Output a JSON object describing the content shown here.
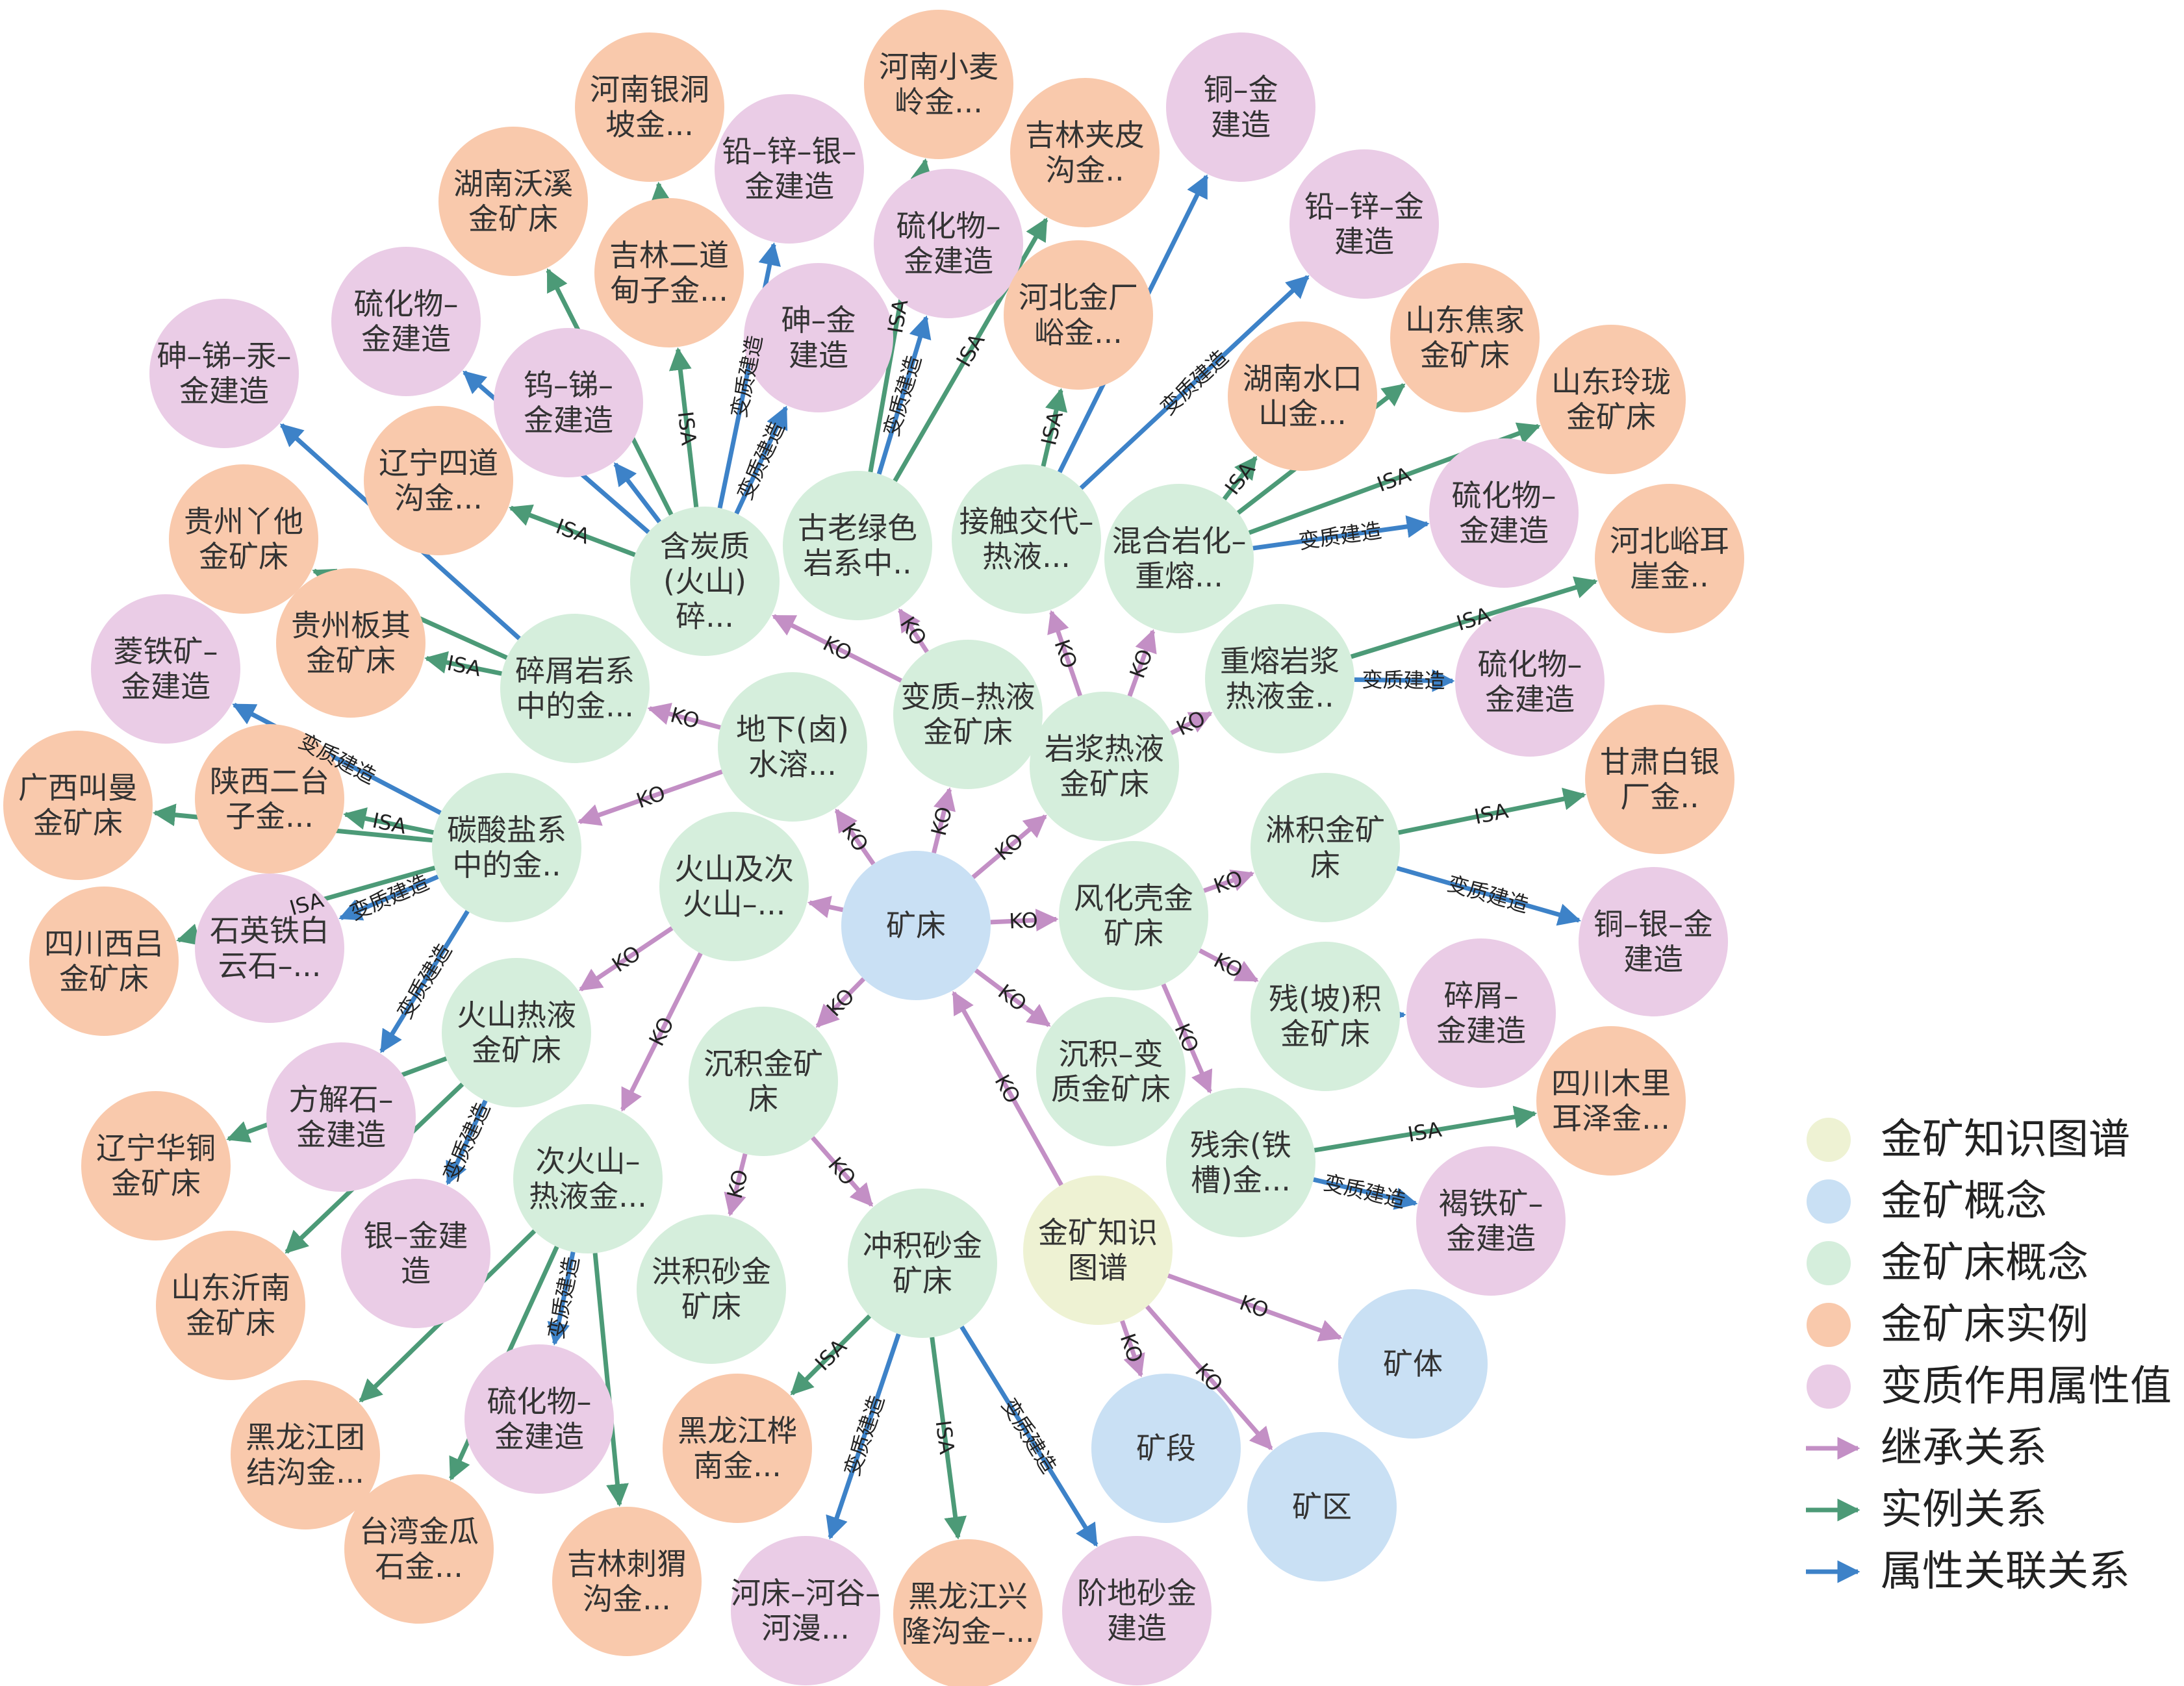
{
  "colors": {
    "金矿知识图谱": "#EEF2D3",
    "金矿概念": "#C9E0F4",
    "金矿床概念": "#D5EEDC",
    "金矿床实例": "#F9C9AC",
    "变质作用属性值": "#EACCE6",
    "继承关系": "#C38FC5",
    "实例关系": "#4C9A77",
    "属性关联关系": "#3D82C8"
  },
  "nodes": [
    {
      "id": "n0",
      "cat": "金矿概念",
      "lines": [
        "矿床"
      ]
    },
    {
      "id": "n1",
      "cat": "金矿知识图谱",
      "lines": [
        "金矿知识",
        "图谱"
      ]
    },
    {
      "id": "n2",
      "cat": "金矿概念",
      "lines": [
        "矿体"
      ]
    },
    {
      "id": "n3",
      "cat": "金矿概念",
      "lines": [
        "矿段"
      ]
    },
    {
      "id": "n4",
      "cat": "金矿概念",
      "lines": [
        "矿区"
      ]
    },
    {
      "id": "n5",
      "cat": "金矿床概念",
      "lines": [
        "变质–热液",
        "金矿床"
      ]
    },
    {
      "id": "n6",
      "cat": "金矿床概念",
      "lines": [
        "岩浆热液",
        "金矿床"
      ]
    },
    {
      "id": "n7",
      "cat": "金矿床概念",
      "lines": [
        "风化壳金",
        "矿床"
      ]
    },
    {
      "id": "n8",
      "cat": "金矿床概念",
      "lines": [
        "沉积–变",
        "质金矿床"
      ]
    },
    {
      "id": "n9",
      "cat": "金矿床概念",
      "lines": [
        "沉积金矿",
        "床"
      ]
    },
    {
      "id": "n10",
      "cat": "金矿床概念",
      "lines": [
        "火山及次",
        "火山–..."
      ]
    },
    {
      "id": "n11",
      "cat": "金矿床概念",
      "lines": [
        "地下(卤)",
        "水溶..."
      ]
    },
    {
      "id": "n12",
      "cat": "金矿床概念",
      "lines": [
        "古老绿色",
        "岩系中.."
      ]
    },
    {
      "id": "n13",
      "cat": "金矿床概念",
      "lines": [
        "接触交代–",
        "热液..."
      ]
    },
    {
      "id": "n14",
      "cat": "金矿床概念",
      "lines": [
        "混合岩化–",
        "重熔..."
      ]
    },
    {
      "id": "n15",
      "cat": "金矿床概念",
      "lines": [
        "重熔岩浆",
        "热液金.."
      ]
    },
    {
      "id": "n16",
      "cat": "金矿床概念",
      "lines": [
        "淋积金矿",
        "床"
      ]
    },
    {
      "id": "n17",
      "cat": "金矿床概念",
      "lines": [
        "残(坡)积",
        "金矿床"
      ]
    },
    {
      "id": "n18",
      "cat": "金矿床概念",
      "lines": [
        "残余(铁",
        "槽)金..."
      ]
    },
    {
      "id": "n19",
      "cat": "金矿床概念",
      "lines": [
        "冲积砂金",
        "矿床"
      ]
    },
    {
      "id": "n20",
      "cat": "金矿床概念",
      "lines": [
        "洪积砂金",
        "矿床"
      ]
    },
    {
      "id": "n21",
      "cat": "金矿床概念",
      "lines": [
        "次火山–",
        "热液金..."
      ]
    },
    {
      "id": "n22",
      "cat": "金矿床概念",
      "lines": [
        "火山热液",
        "金矿床"
      ]
    },
    {
      "id": "n23",
      "cat": "金矿床概念",
      "lines": [
        "碳酸盐系",
        "中的金.."
      ]
    },
    {
      "id": "n24",
      "cat": "金矿床概念",
      "lines": [
        "碎屑岩系",
        "中的金..."
      ]
    },
    {
      "id": "n25",
      "cat": "金矿床概念",
      "lines": [
        "含炭质",
        "(火山)",
        "碎..."
      ]
    },
    {
      "id": "n26",
      "cat": "金矿床实例",
      "lines": [
        "河南银洞",
        "坡金..."
      ]
    },
    {
      "id": "n27",
      "cat": "金矿床实例",
      "lines": [
        "河南小麦",
        "岭金..."
      ]
    },
    {
      "id": "n28",
      "cat": "变质作用属性值",
      "lines": [
        "铜–金",
        "建造"
      ]
    },
    {
      "id": "n29",
      "cat": "变质作用属性值",
      "lines": [
        "铅–锌–银–",
        "金建造"
      ]
    },
    {
      "id": "n30",
      "cat": "金矿床实例",
      "lines": [
        "吉林夹皮",
        "沟金.."
      ]
    },
    {
      "id": "n31",
      "cat": "金矿床实例",
      "lines": [
        "湖南沃溪",
        "金矿床"
      ]
    },
    {
      "id": "n32",
      "cat": "变质作用属性值",
      "lines": [
        "硫化物–",
        "金建造"
      ]
    },
    {
      "id": "n33",
      "cat": "变质作用属性值",
      "lines": [
        "铅–锌–金",
        "建造"
      ]
    },
    {
      "id": "n34",
      "cat": "金矿床实例",
      "lines": [
        "吉林二道",
        "甸子金..."
      ]
    },
    {
      "id": "n35",
      "cat": "变质作用属性值",
      "lines": [
        "硫化物–",
        "金建造"
      ]
    },
    {
      "id": "n36",
      "cat": "金矿床实例",
      "lines": [
        "河北金厂",
        "峪金..."
      ]
    },
    {
      "id": "n37",
      "cat": "变质作用属性值",
      "lines": [
        "砷–金",
        "建造"
      ]
    },
    {
      "id": "n38",
      "cat": "金矿床实例",
      "lines": [
        "山东焦家",
        "金矿床"
      ]
    },
    {
      "id": "n39",
      "cat": "变质作用属性值",
      "lines": [
        "砷–锑–汞–",
        "金建造"
      ]
    },
    {
      "id": "n40",
      "cat": "变质作用属性值",
      "lines": [
        "钨–锑–",
        "金建造"
      ]
    },
    {
      "id": "n41",
      "cat": "金矿床实例",
      "lines": [
        "湖南水口",
        "山金..."
      ]
    },
    {
      "id": "n42",
      "cat": "金矿床实例",
      "lines": [
        "山东玲珑",
        "金矿床"
      ]
    },
    {
      "id": "n43",
      "cat": "金矿床实例",
      "lines": [
        "辽宁四道",
        "沟金..."
      ]
    },
    {
      "id": "n44",
      "cat": "变质作用属性值",
      "lines": [
        "硫化物–",
        "金建造"
      ]
    },
    {
      "id": "n45",
      "cat": "金矿床实例",
      "lines": [
        "贵州丫他",
        "金矿床"
      ]
    },
    {
      "id": "n46",
      "cat": "金矿床实例",
      "lines": [
        "河北峪耳",
        "崖金.."
      ]
    },
    {
      "id": "n47",
      "cat": "金矿床实例",
      "lines": [
        "贵州板其",
        "金矿床"
      ]
    },
    {
      "id": "n48",
      "cat": "变质作用属性值",
      "lines": [
        "菱铁矿–",
        "金建造"
      ]
    },
    {
      "id": "n49",
      "cat": "变质作用属性值",
      "lines": [
        "硫化物–",
        "金建造"
      ]
    },
    {
      "id": "n50",
      "cat": "金矿床实例",
      "lines": [
        "陕西二台",
        "子金..."
      ]
    },
    {
      "id": "n51",
      "cat": "金矿床实例",
      "lines": [
        "广西叫曼",
        "金矿床"
      ]
    },
    {
      "id": "n52",
      "cat": "金矿床实例",
      "lines": [
        "甘肃白银",
        "厂金.."
      ]
    },
    {
      "id": "n53",
      "cat": "变质作用属性值",
      "lines": [
        "石英铁白",
        "云石–..."
      ]
    },
    {
      "id": "n54",
      "cat": "金矿床实例",
      "lines": [
        "四川西吕",
        "金矿床"
      ]
    },
    {
      "id": "n55",
      "cat": "变质作用属性值",
      "lines": [
        "铜–银–金",
        "建造"
      ]
    },
    {
      "id": "n56",
      "cat": "变质作用属性值",
      "lines": [
        "碎屑–",
        "金建造"
      ]
    },
    {
      "id": "n57",
      "cat": "变质作用属性值",
      "lines": [
        "方解石–",
        "金建造"
      ]
    },
    {
      "id": "n58",
      "cat": "金矿床实例",
      "lines": [
        "四川木里",
        "耳泽金..."
      ]
    },
    {
      "id": "n59",
      "cat": "金矿床实例",
      "lines": [
        "辽宁华铜",
        "金矿床"
      ]
    },
    {
      "id": "n60",
      "cat": "变质作用属性值",
      "lines": [
        "褐铁矿–",
        "金建造"
      ]
    },
    {
      "id": "n61",
      "cat": "变质作用属性值",
      "lines": [
        "银–金建",
        "造"
      ]
    },
    {
      "id": "n62",
      "cat": "金矿床实例",
      "lines": [
        "山东沂南",
        "金矿床"
      ]
    },
    {
      "id": "n63",
      "cat": "变质作用属性值",
      "lines": [
        "硫化物–",
        "金建造"
      ]
    },
    {
      "id": "n64",
      "cat": "金矿床实例",
      "lines": [
        "黑龙江团",
        "结沟金..."
      ]
    },
    {
      "id": "n65",
      "cat": "金矿床实例",
      "lines": [
        "黑龙江桦",
        "南金..."
      ]
    },
    {
      "id": "n66",
      "cat": "金矿床实例",
      "lines": [
        "台湾金瓜",
        "石金..."
      ]
    },
    {
      "id": "n67",
      "cat": "金矿床实例",
      "lines": [
        "吉林刺猬",
        "沟金..."
      ]
    },
    {
      "id": "n68",
      "cat": "变质作用属性值",
      "lines": [
        "河床–河谷–",
        "河漫..."
      ]
    },
    {
      "id": "n69",
      "cat": "金矿床实例",
      "lines": [
        "黑龙江兴",
        "隆沟金–..."
      ]
    },
    {
      "id": "n70",
      "cat": "变质作用属性值",
      "lines": [
        "阶地砂金",
        "建造"
      ]
    }
  ],
  "edges": [
    {
      "s": "n1",
      "t": "n0",
      "type": "继承关系",
      "label": "KO"
    },
    {
      "s": "n1",
      "t": "n2",
      "type": "继承关系",
      "label": "KO"
    },
    {
      "s": "n1",
      "t": "n3",
      "type": "继承关系",
      "label": "KO"
    },
    {
      "s": "n1",
      "t": "n4",
      "type": "继承关系",
      "label": "KO"
    },
    {
      "s": "n0",
      "t": "n5",
      "type": "继承关系",
      "label": "KO"
    },
    {
      "s": "n0",
      "t": "n6",
      "type": "继承关系",
      "label": "KO"
    },
    {
      "s": "n0",
      "t": "n7",
      "type": "继承关系",
      "label": "KO"
    },
    {
      "s": "n0",
      "t": "n8",
      "type": "继承关系",
      "label": "KO"
    },
    {
      "s": "n0",
      "t": "n9",
      "type": "继承关系",
      "label": "KO"
    },
    {
      "s": "n0",
      "t": "n10",
      "type": "继承关系",
      "label": ""
    },
    {
      "s": "n0",
      "t": "n11",
      "type": "继承关系",
      "label": "KO"
    },
    {
      "s": "n5",
      "t": "n12",
      "type": "继承关系",
      "label": "KO"
    },
    {
      "s": "n5",
      "t": "n25",
      "type": "继承关系",
      "label": "KO"
    },
    {
      "s": "n6",
      "t": "n13",
      "type": "继承关系",
      "label": "KO"
    },
    {
      "s": "n6",
      "t": "n14",
      "type": "继承关系",
      "label": "KO"
    },
    {
      "s": "n6",
      "t": "n15",
      "type": "继承关系",
      "label": "KO"
    },
    {
      "s": "n7",
      "t": "n16",
      "type": "继承关系",
      "label": "KO"
    },
    {
      "s": "n7",
      "t": "n17",
      "type": "继承关系",
      "label": "KO"
    },
    {
      "s": "n7",
      "t": "n18",
      "type": "继承关系",
      "label": "KO"
    },
    {
      "s": "n9",
      "t": "n19",
      "type": "继承关系",
      "label": "KO"
    },
    {
      "s": "n9",
      "t": "n20",
      "type": "继承关系",
      "label": "KO"
    },
    {
      "s": "n10",
      "t": "n21",
      "type": "继承关系",
      "label": "KO"
    },
    {
      "s": "n10",
      "t": "n22",
      "type": "继承关系",
      "label": "KO"
    },
    {
      "s": "n11",
      "t": "n23",
      "type": "继承关系",
      "label": "KO"
    },
    {
      "s": "n11",
      "t": "n24",
      "type": "继承关系",
      "label": "KO"
    },
    {
      "s": "n12",
      "t": "n27",
      "type": "实例关系",
      "label": "ISA"
    },
    {
      "s": "n12",
      "t": "n30",
      "type": "实例关系",
      "label": "ISA"
    },
    {
      "s": "n12",
      "t": "n35",
      "type": "属性关联关系",
      "label": "变质建造"
    },
    {
      "s": "n13",
      "t": "n36",
      "type": "实例关系",
      "label": "ISA"
    },
    {
      "s": "n13",
      "t": "n28",
      "type": "属性关联关系",
      "label": ""
    },
    {
      "s": "n13",
      "t": "n33",
      "type": "属性关联关系",
      "label": "变质建造"
    },
    {
      "s": "n14",
      "t": "n41",
      "type": "实例关系",
      "label": "ISA"
    },
    {
      "s": "n14",
      "t": "n38",
      "type": "实例关系",
      "label": ""
    },
    {
      "s": "n14",
      "t": "n42",
      "type": "实例关系",
      "label": "ISA"
    },
    {
      "s": "n14",
      "t": "n44",
      "type": "属性关联关系",
      "label": "变质建造"
    },
    {
      "s": "n15",
      "t": "n46",
      "type": "实例关系",
      "label": "ISA"
    },
    {
      "s": "n15",
      "t": "n49",
      "type": "属性关联关系",
      "label": "变质建造"
    },
    {
      "s": "n16",
      "t": "n52",
      "type": "实例关系",
      "label": "ISA"
    },
    {
      "s": "n16",
      "t": "n55",
      "type": "属性关联关系",
      "label": "变质建造"
    },
    {
      "s": "n17",
      "t": "n56",
      "type": "属性关联关系",
      "label": ""
    },
    {
      "s": "n18",
      "t": "n58",
      "type": "实例关系",
      "label": "ISA"
    },
    {
      "s": "n18",
      "t": "n60",
      "type": "属性关联关系",
      "label": "变质建造"
    },
    {
      "s": "n19",
      "t": "n65",
      "type": "实例关系",
      "label": "ISA"
    },
    {
      "s": "n19",
      "t": "n68",
      "type": "属性关联关系",
      "label": "变质建造"
    },
    {
      "s": "n19",
      "t": "n69",
      "type": "实例关系",
      "label": "ISA"
    },
    {
      "s": "n19",
      "t": "n70",
      "type": "属性关联关系",
      "label": "变质建造"
    },
    {
      "s": "n21",
      "t": "n63",
      "type": "属性关联关系",
      "label": "变质建造"
    },
    {
      "s": "n21",
      "t": "n64",
      "type": "实例关系",
      "label": ""
    },
    {
      "s": "n21",
      "t": "n66",
      "type": "实例关系",
      "label": ""
    },
    {
      "s": "n21",
      "t": "n67",
      "type": "实例关系",
      "label": ""
    },
    {
      "s": "n22",
      "t": "n59",
      "type": "实例关系",
      "label": ""
    },
    {
      "s": "n22",
      "t": "n61",
      "type": "属性关联关系",
      "label": "变质建造"
    },
    {
      "s": "n22",
      "t": "n62",
      "type": "实例关系",
      "label": ""
    },
    {
      "s": "n23",
      "t": "n50",
      "type": "实例关系",
      "label": "ISA"
    },
    {
      "s": "n23",
      "t": "n51",
      "type": "实例关系",
      "label": ""
    },
    {
      "s": "n23",
      "t": "n48",
      "type": "属性关联关系",
      "label": "变质建造"
    },
    {
      "s": "n23",
      "t": "n53",
      "type": "属性关联关系",
      "label": "变质建造"
    },
    {
      "s": "n23",
      "t": "n54",
      "type": "实例关系",
      "label": "ISA"
    },
    {
      "s": "n23",
      "t": "n57",
      "type": "属性关联关系",
      "label": "变质建造"
    },
    {
      "s": "n24",
      "t": "n47",
      "type": "实例关系",
      "label": "ISA"
    },
    {
      "s": "n24",
      "t": "n45",
      "type": "实例关系",
      "label": ""
    },
    {
      "s": "n24",
      "t": "n39",
      "type": "属性关联关系",
      "label": ""
    },
    {
      "s": "n25",
      "t": "n43",
      "type": "实例关系",
      "label": "ISA"
    },
    {
      "s": "n25",
      "t": "n34",
      "type": "实例关系",
      "label": "ISA"
    },
    {
      "s": "n25",
      "t": "n31",
      "type": "实例关系",
      "label": ""
    },
    {
      "s": "n25",
      "t": "n40",
      "type": "属性关联关系",
      "label": ""
    },
    {
      "s": "n25",
      "t": "n32",
      "type": "属性关联关系",
      "label": ""
    },
    {
      "s": "n25",
      "t": "n37",
      "type": "属性关联关系",
      "label": "变质建造"
    },
    {
      "s": "n25",
      "t": "n29",
      "type": "属性关联关系",
      "label": "变质建造"
    },
    {
      "s": "n34",
      "t": "n26",
      "type": "实例关系",
      "label": ""
    }
  ],
  "legend": {
    "categories": [
      "金矿知识图谱",
      "金矿概念",
      "金矿床概念",
      "金矿床实例",
      "变质作用属性值"
    ],
    "relations": [
      "继承关系",
      "实例关系",
      "属性关联关系"
    ]
  }
}
